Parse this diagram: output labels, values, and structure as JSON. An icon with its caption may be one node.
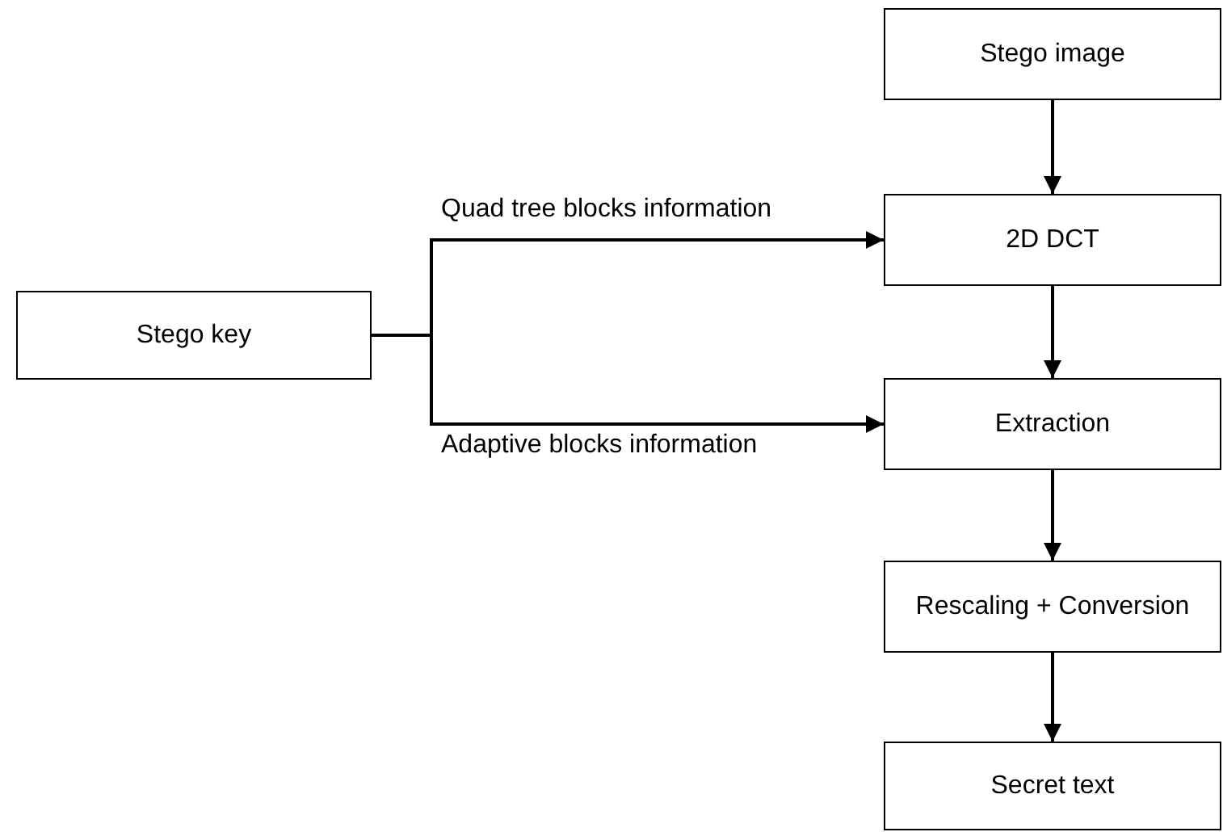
{
  "diagram": {
    "nodes": [
      {
        "text": [
          "Stego image"
        ]
      },
      {
        "text": [
          "Stego key"
        ]
      },
      {
        "text": [
          "2D DCT"
        ]
      },
      {
        "text": [
          "Extraction"
        ]
      },
      {
        "text": [
          "Rescaling + Conversion"
        ]
      },
      {
        "text": [
          "Secret text"
        ]
      }
    ],
    "edges": [
      {
        "from": 0,
        "to": 2,
        "arrow": "to"
      },
      {
        "from": 1,
        "to": 2,
        "arrow": "to",
        "label": "Quad tree blocks information"
      },
      {
        "from": 1,
        "to": 3,
        "arrow": "to",
        "label": "Adaptive blocks information"
      },
      {
        "from": 2,
        "to": 3,
        "arrow": "to"
      },
      {
        "from": 3,
        "to": 4,
        "arrow": "to"
      },
      {
        "from": 4,
        "to": 5,
        "arrow": "to"
      }
    ]
  }
}
